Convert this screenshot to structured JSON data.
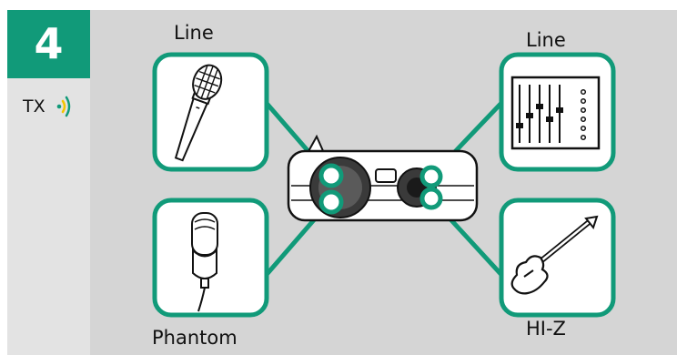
{
  "step_number": "4",
  "tx_label": "TX",
  "labels": {
    "top_left": "Line",
    "bottom_left": "Phantom",
    "top_right": "Line",
    "bottom_right": "HI-Z"
  },
  "colors": {
    "accent": "#119a79",
    "panel": "#d5d5d5",
    "side_panel": "#e3e3e3"
  },
  "icons": {
    "top_left": "handheld-microphone-icon",
    "bottom_left": "condenser-microphone-icon",
    "top_right": "mixer-faders-icon",
    "bottom_right": "electric-guitar-icon",
    "center": "audio-interface-icon",
    "tx": "wireless-signal-icon"
  }
}
